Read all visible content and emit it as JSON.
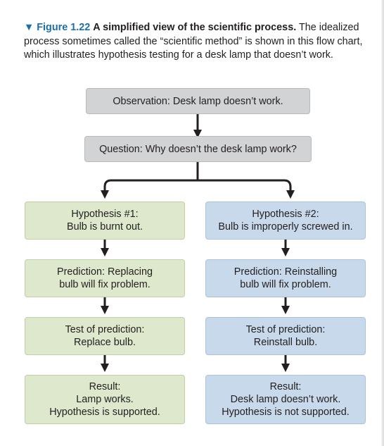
{
  "caption": {
    "figure_label": "▼ Figure 1.22",
    "title": "A simplified view of the scientific process.",
    "text": "The idealized process sometimes called the “scientific method” is shown in this flow chart, which illustrates hypothesis testing for a desk lamp that doesn’t work."
  },
  "flowchart": {
    "observation": [
      "Observation: Desk lamp doesn’t work."
    ],
    "question": [
      "Question: Why doesn’t the desk lamp work?"
    ],
    "branch_1": {
      "hypothesis": [
        "Hypothesis #1:",
        "Bulb is burnt out."
      ],
      "prediction": [
        "Prediction: Replacing",
        "bulb will fix problem."
      ],
      "test": [
        "Test of prediction:",
        "Replace bulb."
      ],
      "result": [
        "Result:",
        "Lamp works.",
        "Hypothesis is supported."
      ]
    },
    "branch_2": {
      "hypothesis": [
        "Hypothesis #2:",
        "Bulb is improperly screwed in."
      ],
      "prediction": [
        "Prediction: Reinstalling",
        "bulb will fix problem."
      ],
      "test": [
        "Test of prediction:",
        "Reinstall bulb."
      ],
      "result": [
        "Result:",
        "Desk lamp doesn’t work.",
        "Hypothesis is not supported."
      ]
    }
  },
  "colors": {
    "figure_label": "#1b6faa",
    "gray_box": "#d2d3d5",
    "green_box": "#dde8cc",
    "blue_box": "#c7d9ea",
    "arrow": "#231f20"
  }
}
